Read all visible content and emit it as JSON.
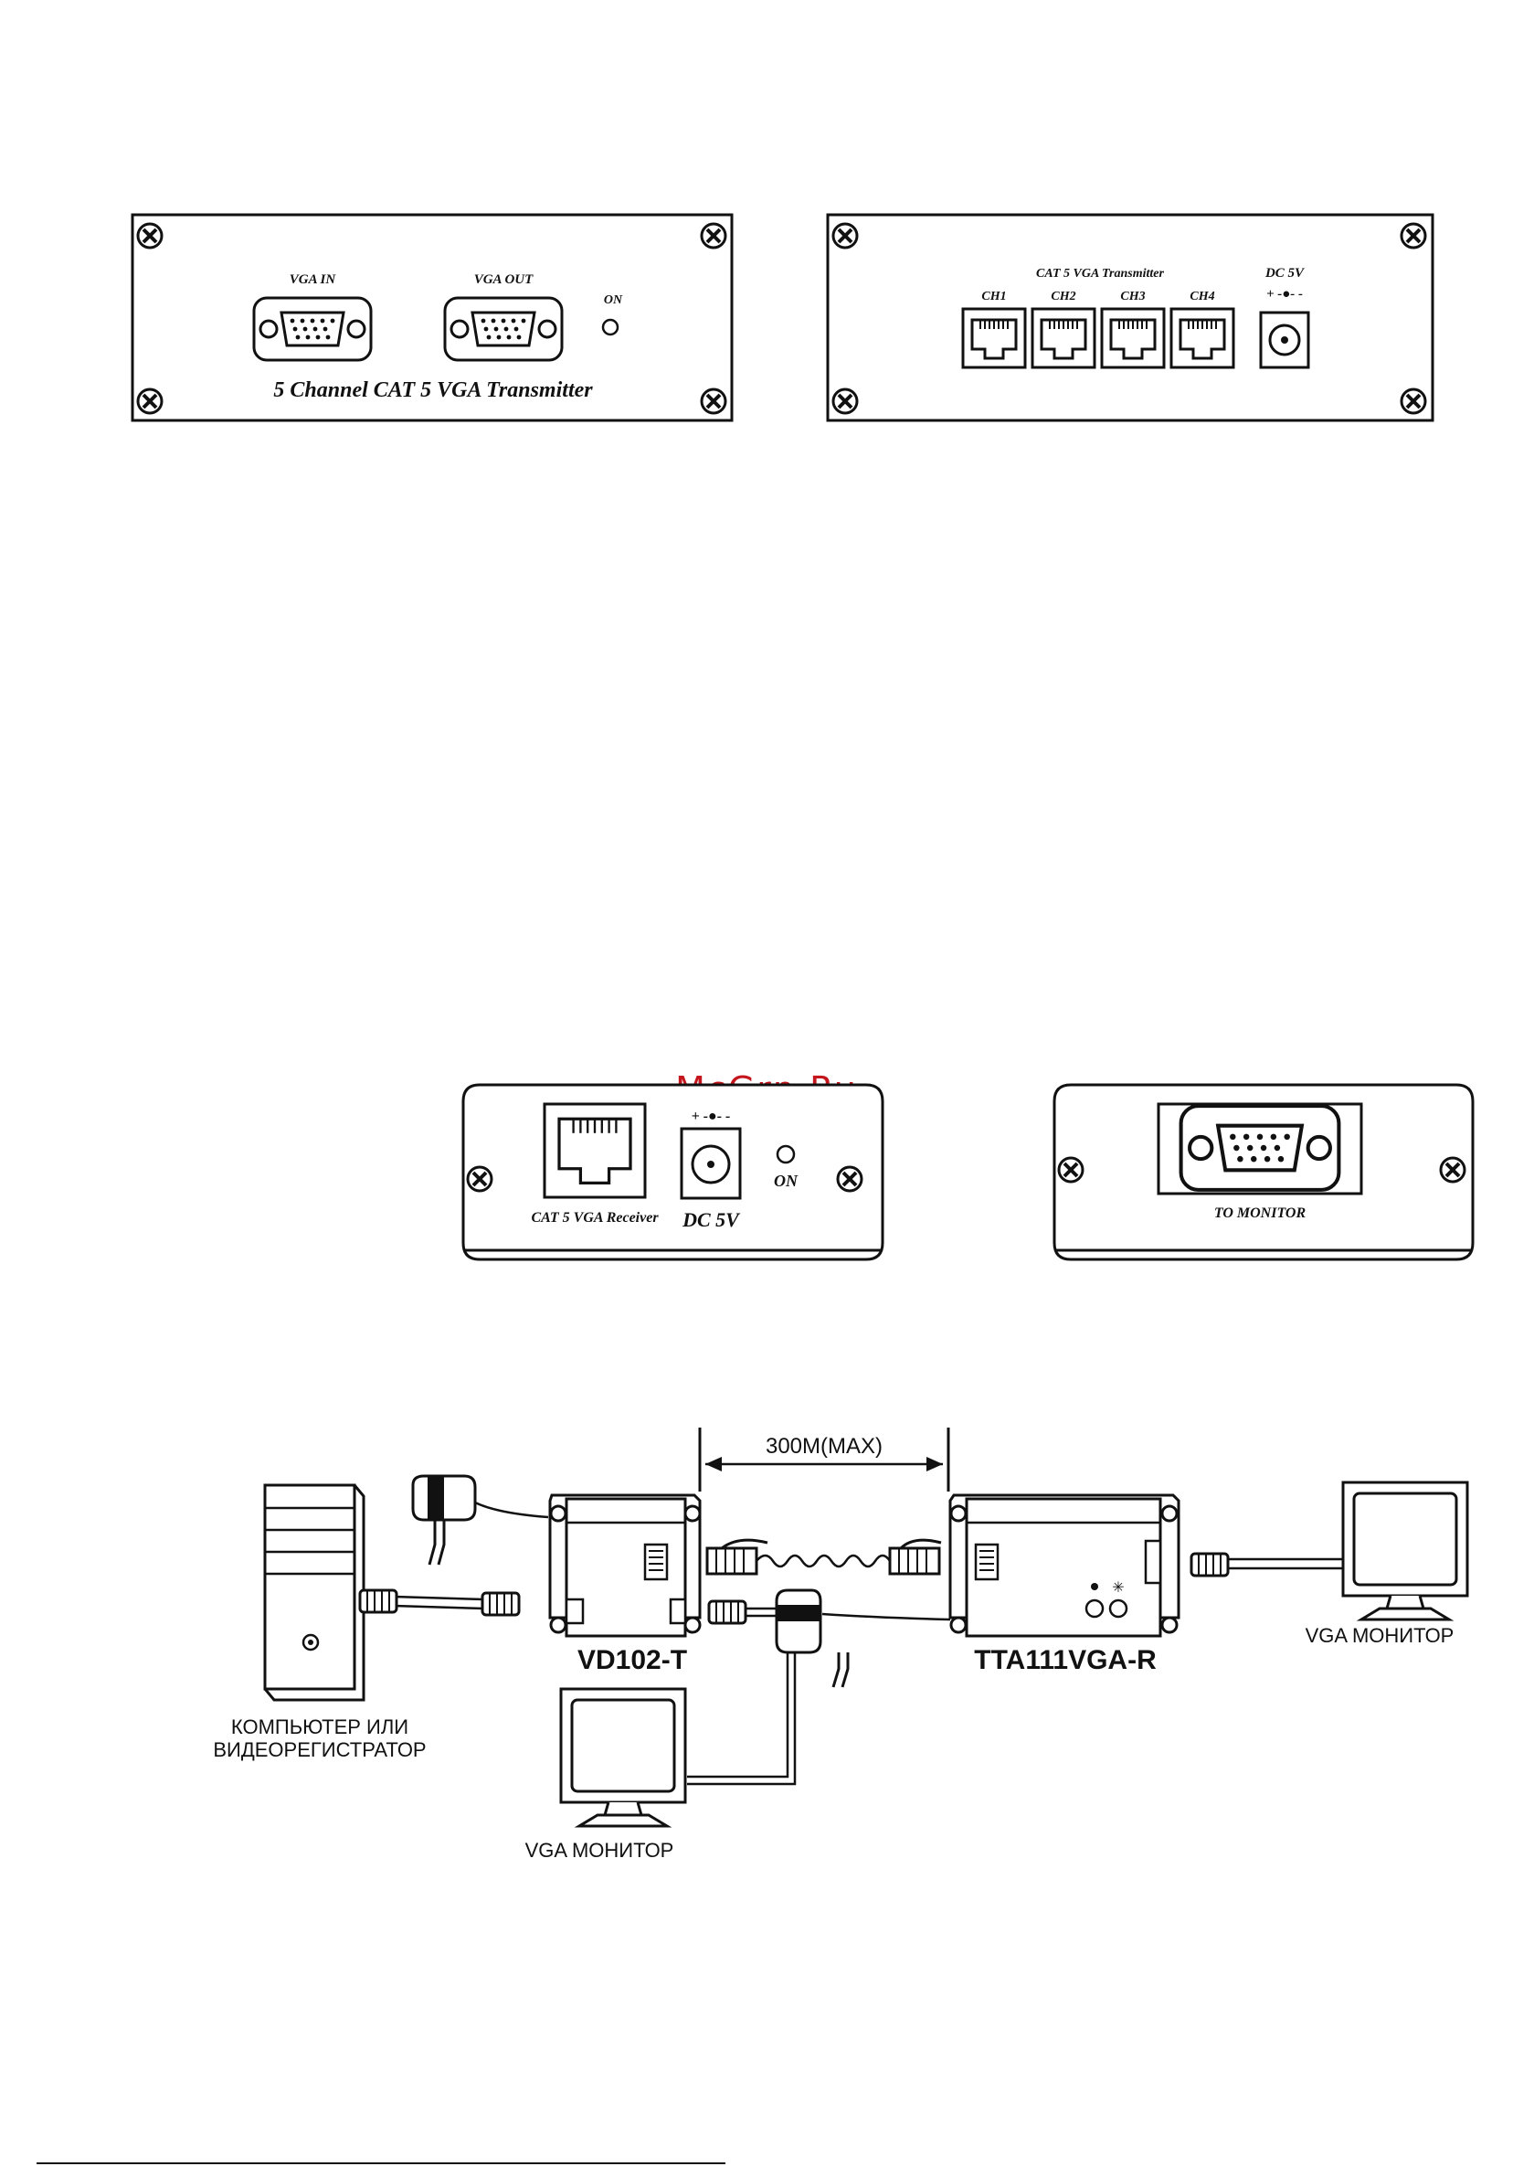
{
  "transmitter_front": {
    "vga_in_label": "VGA IN",
    "vga_out_label": "VGA OUT",
    "on_label": "ON",
    "title": "5 Channel CAT 5 VGA Transmitter"
  },
  "transmitter_back": {
    "title": "CAT 5 VGA Transmitter",
    "channels": [
      "CH1",
      "CH2",
      "CH3",
      "CH4"
    ],
    "power_label": "DC 5V",
    "polarity_label": "+ -●- -"
  },
  "watermark": "McGrp.Ru",
  "receiver_back": {
    "polarity_label": "+ -●- -",
    "on_label": "ON",
    "caption": "CAT 5 VGA Receiver",
    "power_label": "DC  5V"
  },
  "receiver_front": {
    "label": "TO MONITOR"
  },
  "connection_diagram": {
    "distance_label": "300M(MAX)",
    "transmitter_model": "VD102-T",
    "receiver_model": "TTA111VGA-R",
    "computer_label_line1": "КОМПЬЮТЕР ИЛИ",
    "computer_label_line2": "ВИДЕОРЕГИСТРАТОР",
    "local_monitor_label": "VGA МОНИТОР",
    "remote_monitor_label": "VGA МОНИТОР"
  },
  "colors": {
    "ink": "#111111",
    "watermark": "#c4161c"
  }
}
